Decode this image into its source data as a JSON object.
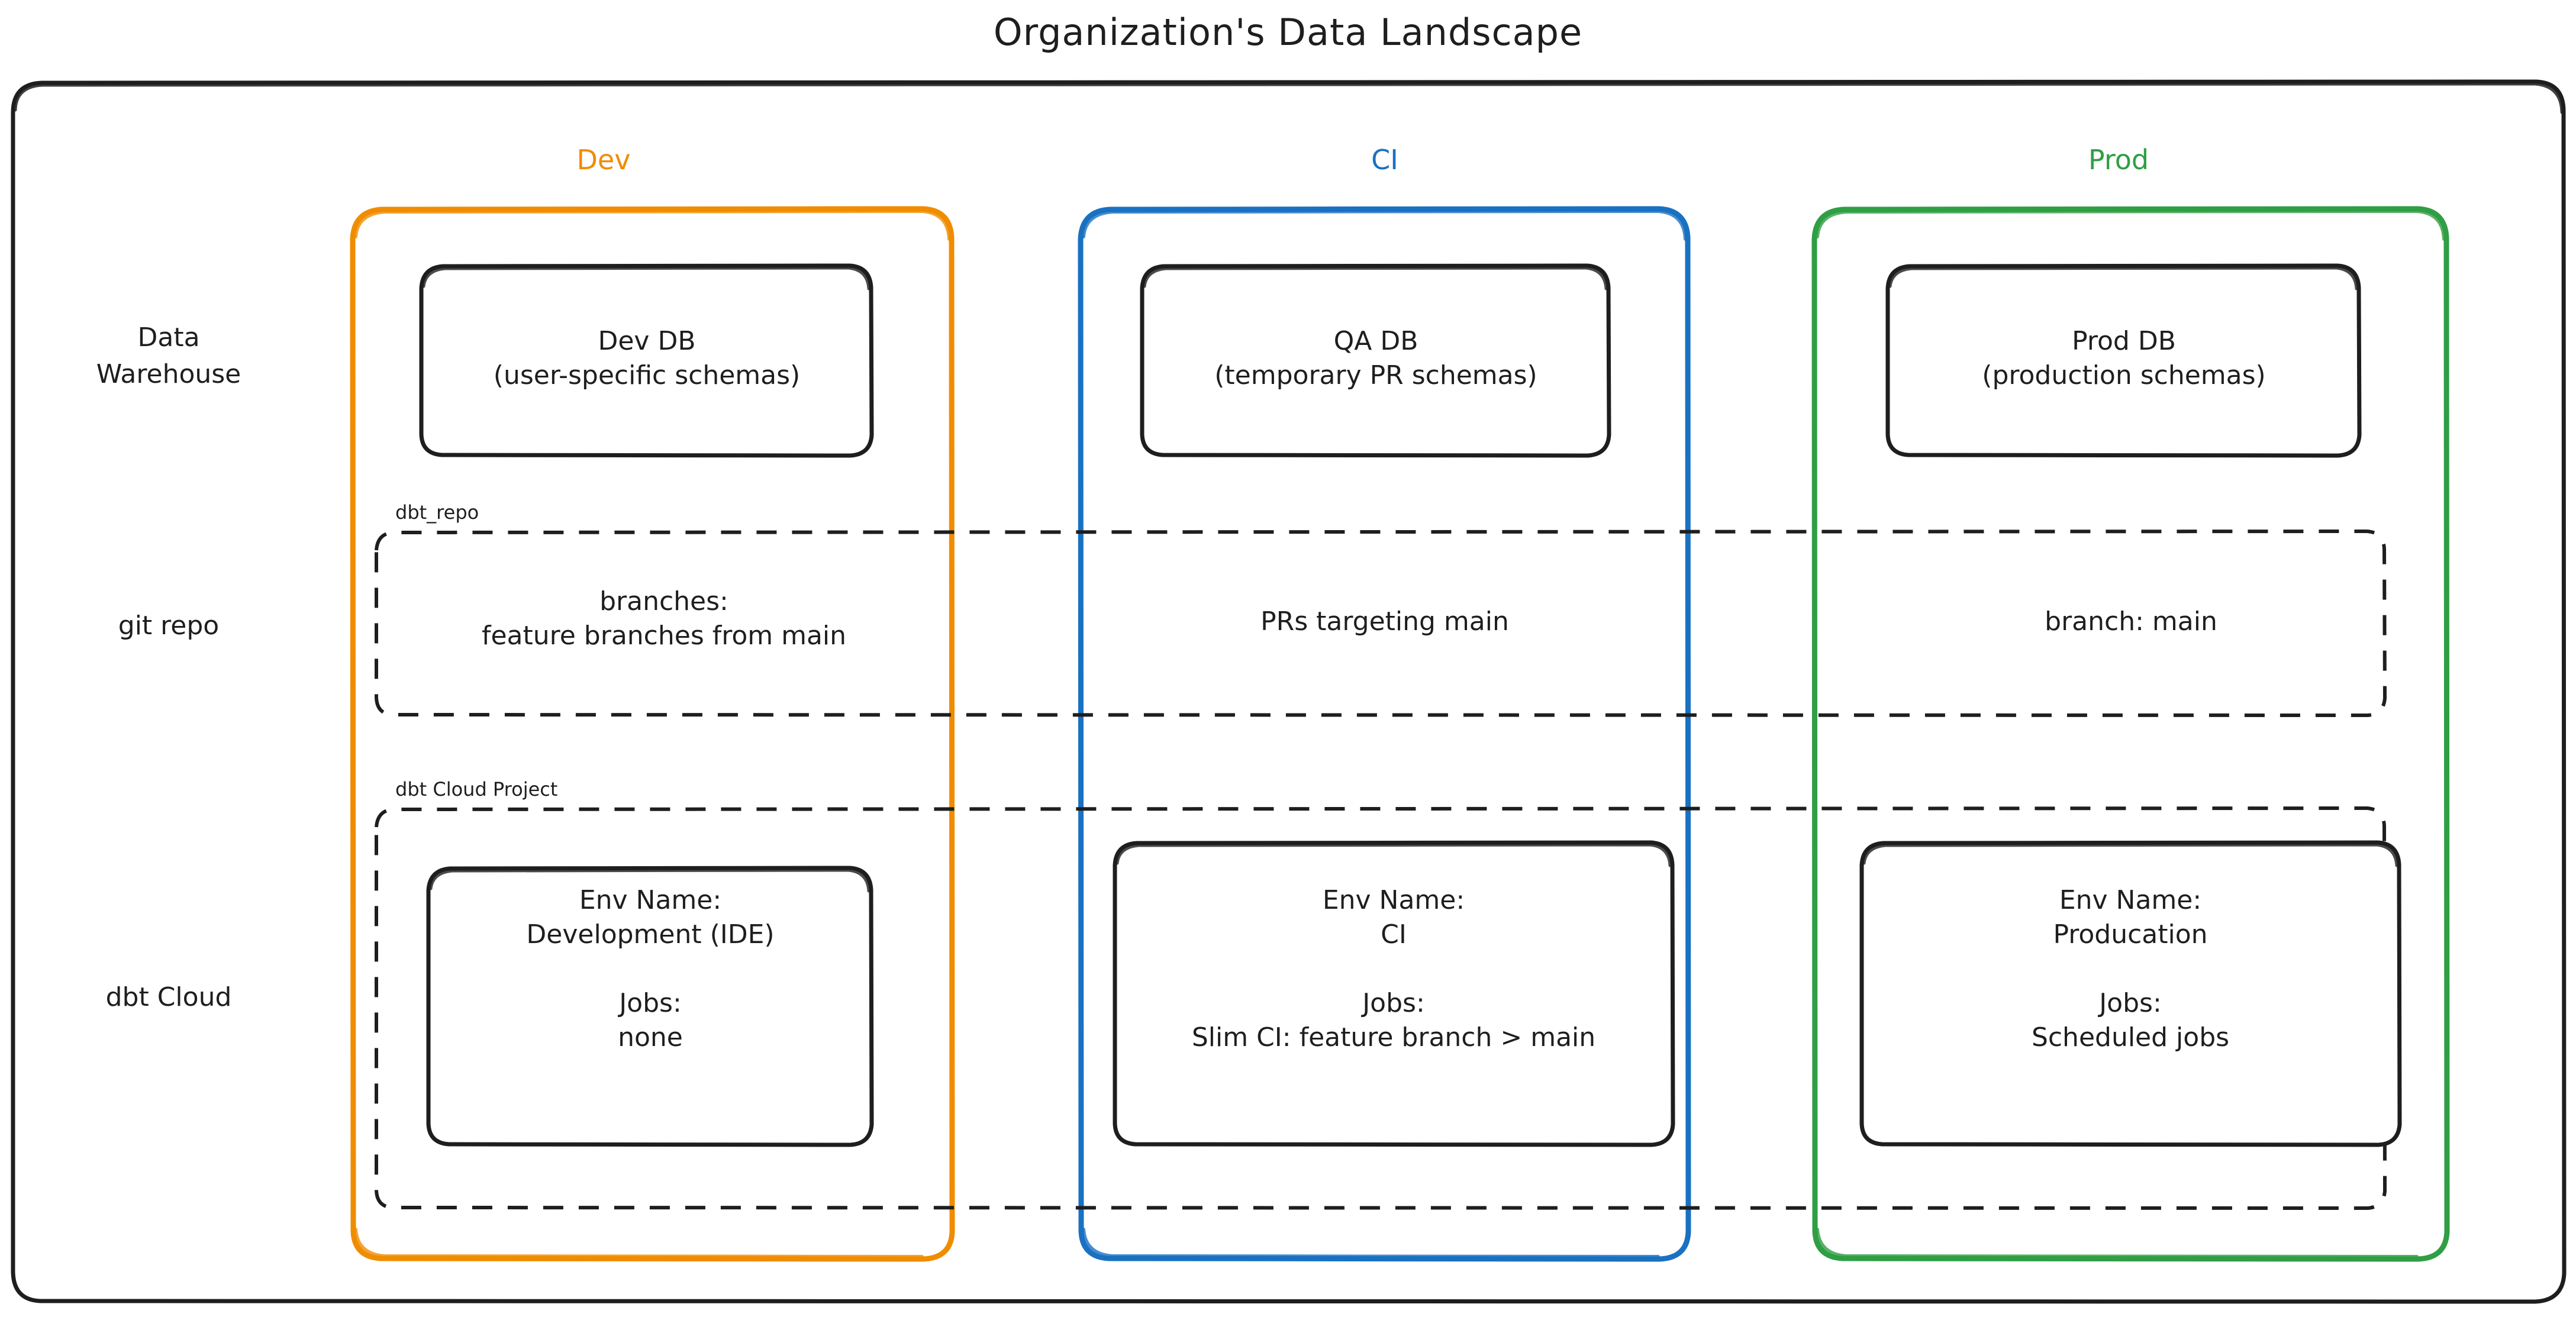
{
  "title": "Organization's Data Landscape",
  "colors": {
    "dev": "#f08c00",
    "ci": "#1971c2",
    "prod": "#2f9e44",
    "stroke": "#1e1e1e",
    "background": "#ffffff"
  },
  "columns": [
    {
      "id": "dev",
      "label": "Dev"
    },
    {
      "id": "ci",
      "label": "CI"
    },
    {
      "id": "prod",
      "label": "Prod"
    }
  ],
  "rows": [
    {
      "id": "data-warehouse",
      "label": "Data\nWarehouse"
    },
    {
      "id": "git-repo",
      "label": "git repo"
    },
    {
      "id": "dbt-cloud",
      "label": "dbt Cloud"
    }
  ],
  "groups": [
    {
      "id": "dbt-repo",
      "label": "dbt_repo"
    },
    {
      "id": "dbt-cloud-project",
      "label": "dbt Cloud Project"
    }
  ],
  "warehouse": {
    "dev": {
      "title": "Dev DB",
      "detail": "(user-specific schemas)"
    },
    "ci": {
      "title": "QA DB",
      "detail": "(temporary PR schemas)"
    },
    "prod": {
      "title": "Prod DB",
      "detail": "(production schemas)"
    }
  },
  "git": {
    "dev": "branches:\nfeature branches from main",
    "ci": "PRs targeting main",
    "prod": "branch: main"
  },
  "dbt_cloud": {
    "dev": {
      "env_label": "Env Name:",
      "env_value": "Development (IDE)",
      "jobs_label": "Jobs:",
      "jobs_value": "none"
    },
    "ci": {
      "env_label": "Env Name:",
      "env_value": "CI",
      "jobs_label": "Jobs:",
      "jobs_value": "Slim CI: feature branch > main"
    },
    "prod": {
      "env_label": "Env Name:",
      "env_value": "Producation",
      "jobs_label": "Jobs:",
      "jobs_value": "Scheduled jobs"
    }
  }
}
